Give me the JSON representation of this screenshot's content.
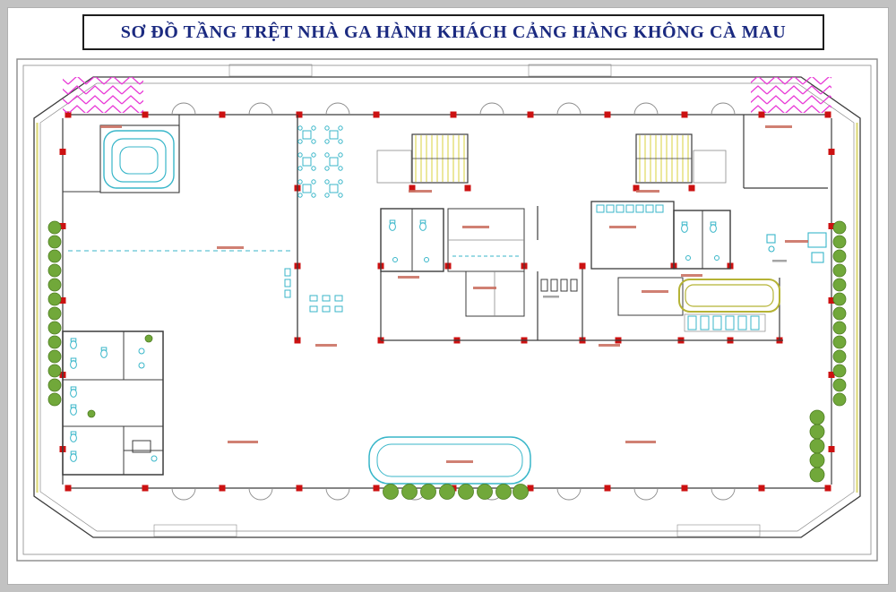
{
  "title": {
    "text": "SƠ ĐỒ TẦNG TRỆT NHÀ GA HÀNH KHÁCH CẢNG HÀNG KHÔNG CÀ MAU"
  },
  "drawing": {
    "name": "ground-floor-plan-ca-mau-airport-terminal",
    "type": "architectural-floor-plan"
  },
  "colors": {
    "background": "#c2c2c2",
    "paper": "#ffffff",
    "title_text": "#1b2a80",
    "wall": "#3c3c3c",
    "magenta": "#e83bd6",
    "red": "#cc1111",
    "olive": "#b5b335",
    "yellow": "#d8d23c",
    "cyan": "#38b6c9",
    "green": "#71a83a",
    "label_red": "#c86a5a"
  }
}
